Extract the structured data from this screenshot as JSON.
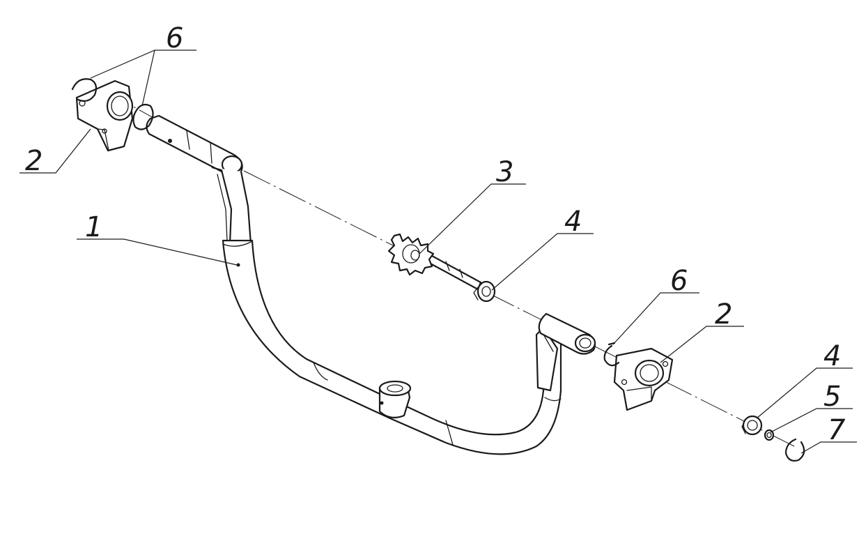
{
  "callouts": {
    "c6_top": "6",
    "c2_left": "2",
    "c1": "1",
    "c3": "3",
    "c4_mid": "4",
    "c6_right": "6",
    "c2_right": "2",
    "c4_right": "4",
    "c5": "5",
    "c7": "7"
  }
}
